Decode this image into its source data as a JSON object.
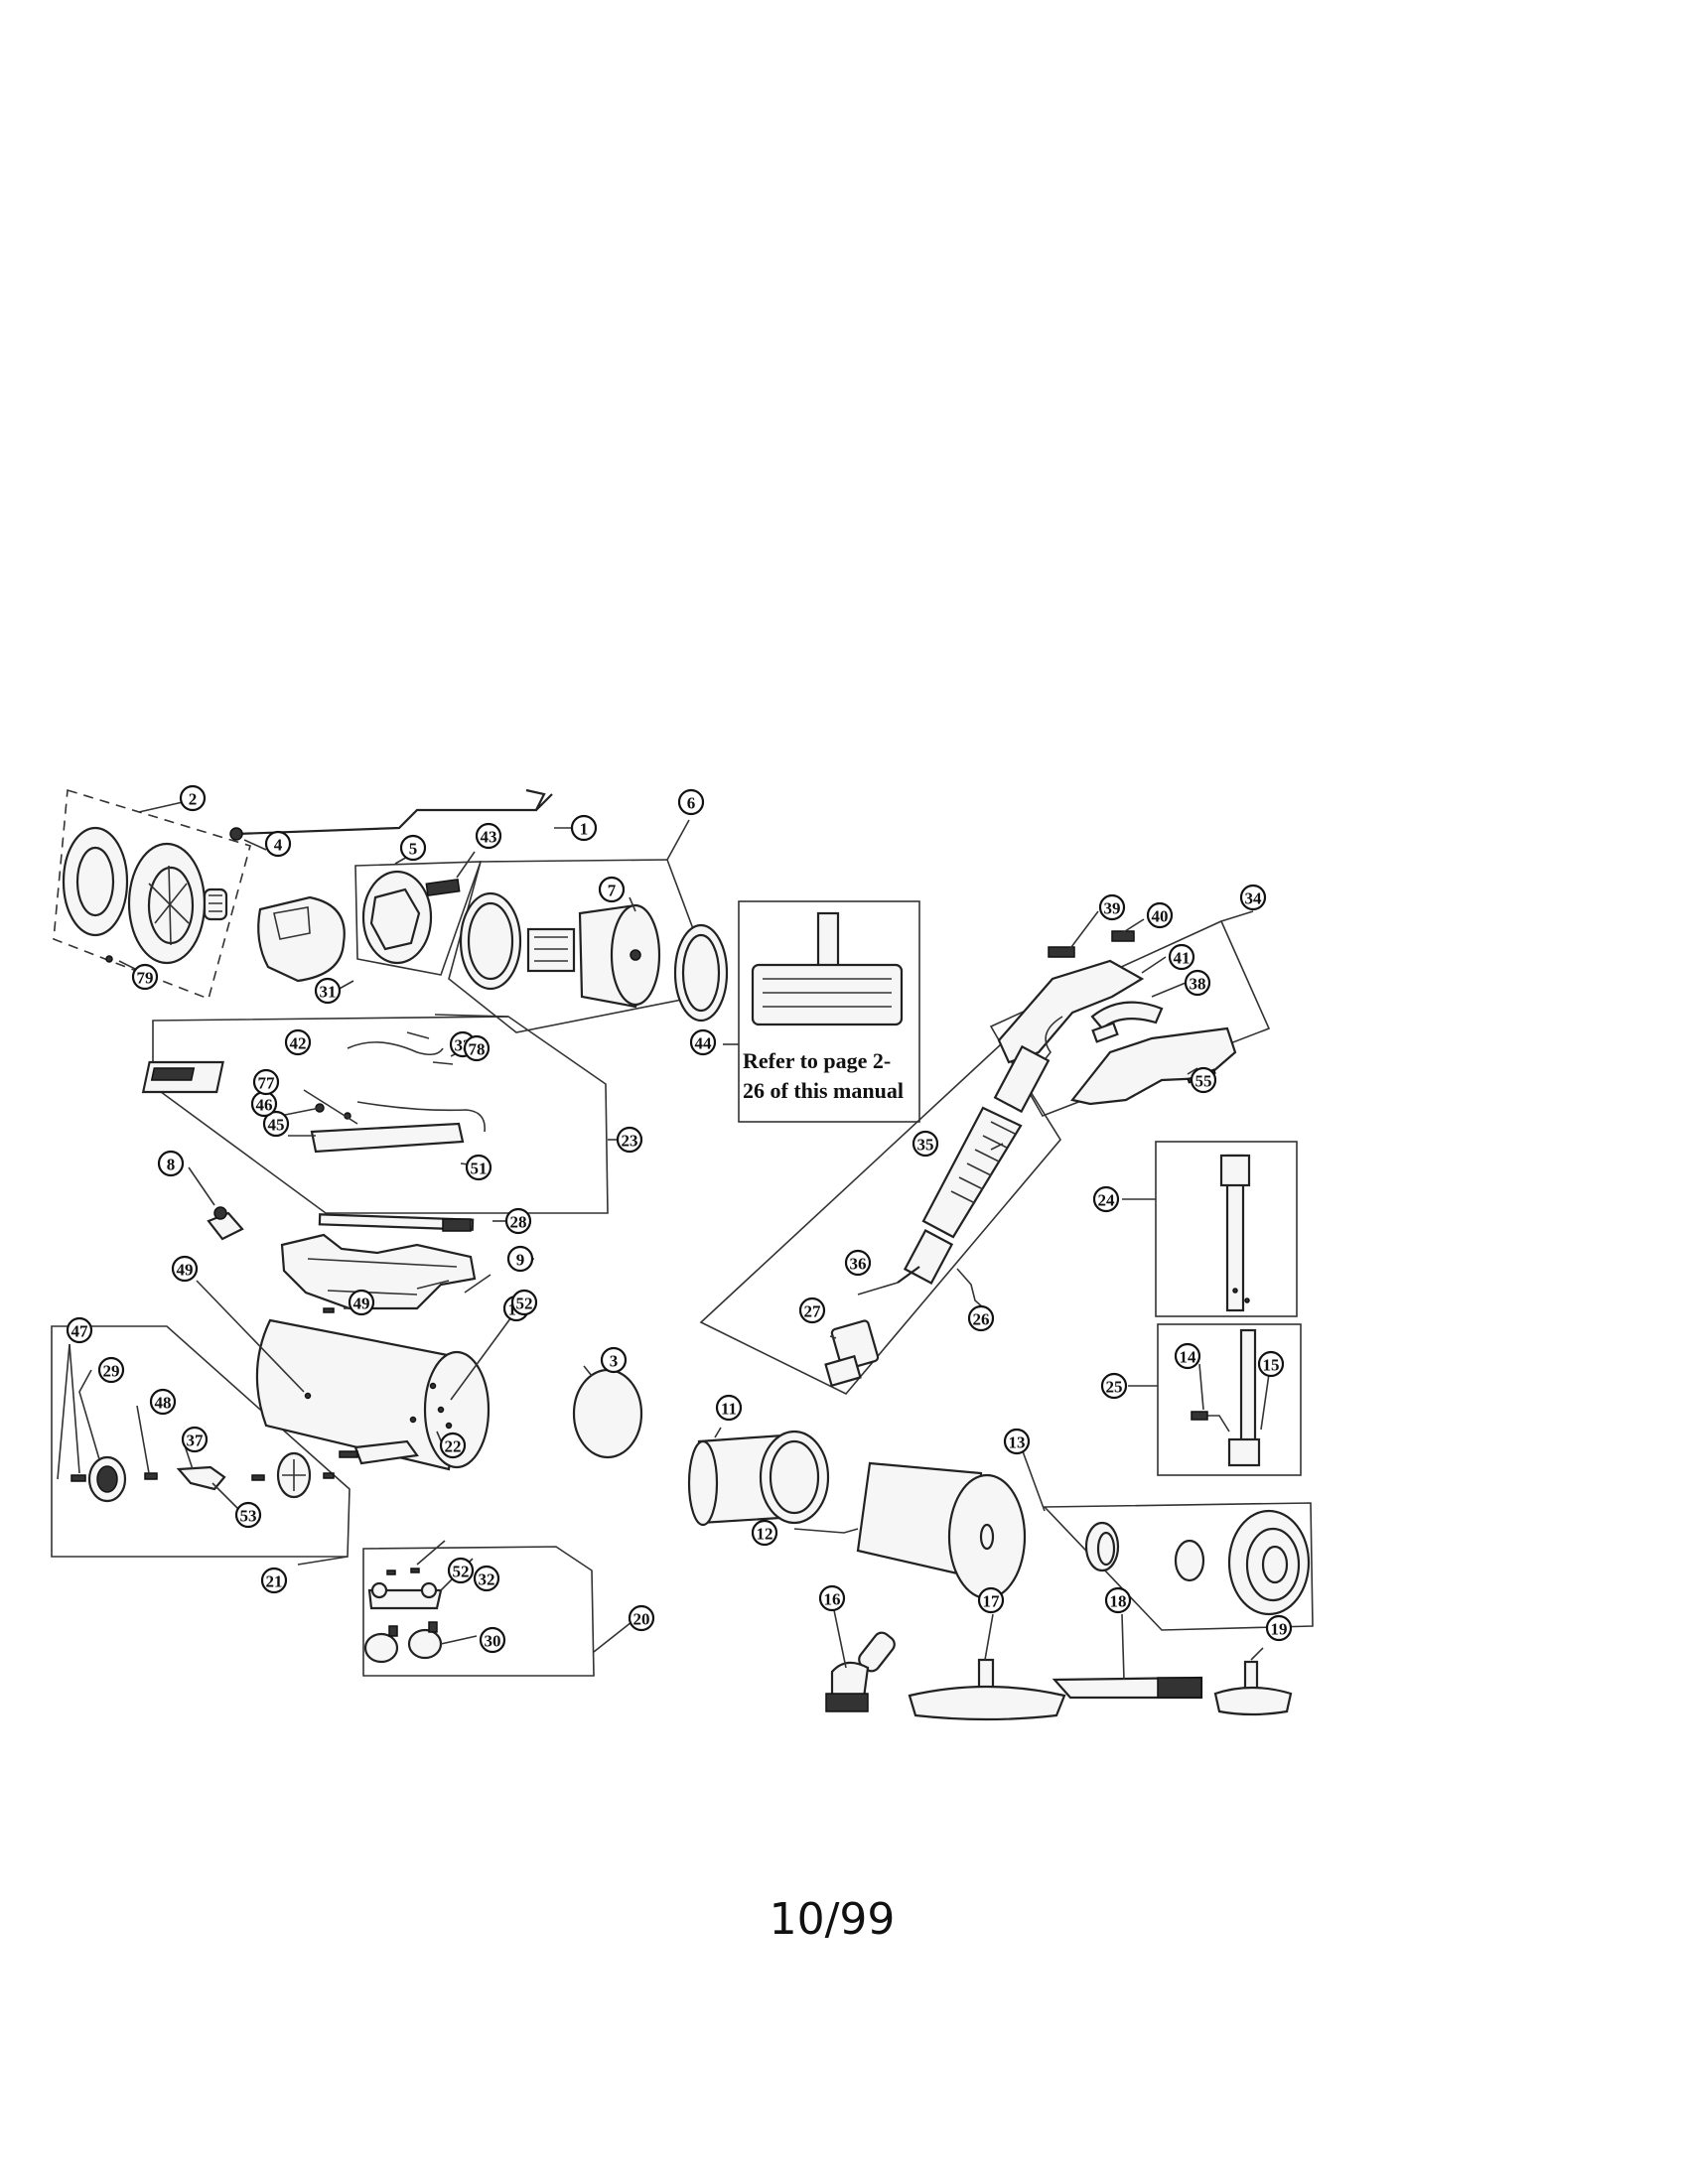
{
  "note": {
    "line1": "Refer to page 2-",
    "line2": "26 of this manual"
  },
  "footer": {
    "date": "10/99"
  },
  "callouts": [
    "1",
    "2",
    "3",
    "4",
    "5",
    "6",
    "7",
    "8",
    "9",
    "10",
    "11",
    "12",
    "13",
    "14",
    "15",
    "16",
    "17",
    "18",
    "19",
    "20",
    "21",
    "22",
    "23",
    "24",
    "25",
    "26",
    "27",
    "28",
    "29",
    "30",
    "31",
    "32",
    "33",
    "34",
    "35",
    "36",
    "37",
    "38",
    "39",
    "40",
    "41",
    "42",
    "43",
    "44",
    "45",
    "46",
    "47",
    "48",
    "49",
    "49",
    "51",
    "52",
    "52",
    "53",
    "55",
    "77",
    "78",
    "79"
  ]
}
